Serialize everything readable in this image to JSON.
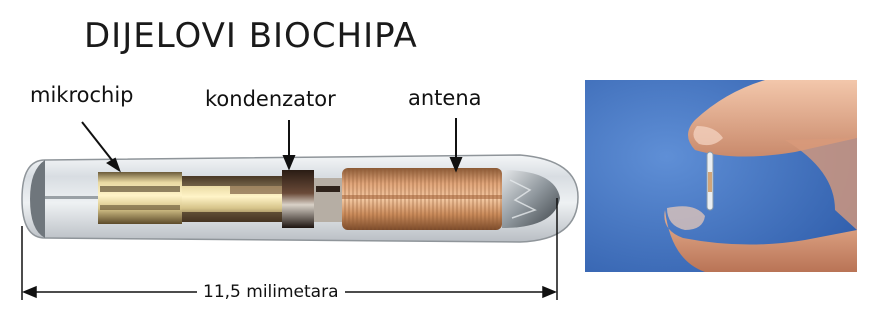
{
  "title": "DIJELOVI BIOCHIPA",
  "labels": {
    "microchip": "mikrochip",
    "capacitor": "kondenzator",
    "antenna": "antena"
  },
  "dimension_label": "11,5 milimetara",
  "colors": {
    "photo_background": "#3f6fb8",
    "skin": "#e9b597",
    "antenna_copper": "#c98a4f"
  }
}
